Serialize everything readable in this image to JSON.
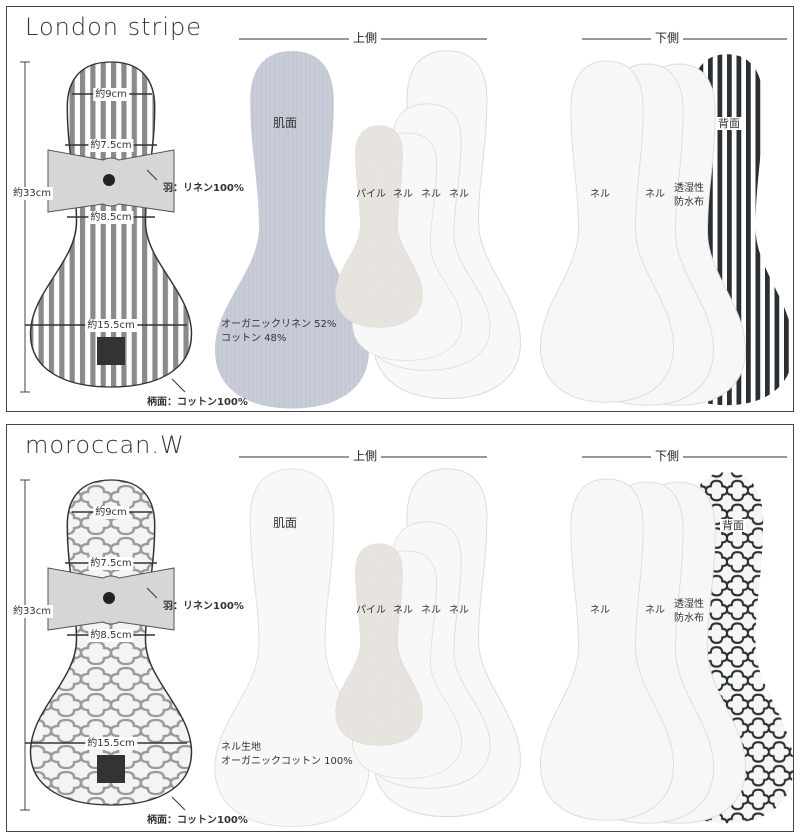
{
  "panels": [
    {
      "title": "London stripe",
      "pattern": "stripe",
      "diagram": {
        "width_top": "約9cm",
        "wing_top": "約7.5cm",
        "wing_bottom": "約8.5cm",
        "length": "約33cm",
        "width_bottom": "約15.5cm",
        "wing_material": "羽：リネン100%",
        "body_material": "柄面：コットン100%"
      },
      "upper": {
        "header": "上側",
        "skin_label": "肌面",
        "skin_material_line1": "オーガニックリネン 52%",
        "skin_material_line2": "コットン 48%",
        "layers": [
          "パイル",
          "ネル",
          "ネル",
          "ネル"
        ]
      },
      "lower": {
        "header": "下側",
        "layers": [
          "ネル",
          "ネル"
        ],
        "waterproof_line1": "透湿性",
        "waterproof_line2": "防水布",
        "back_label": "背面"
      }
    },
    {
      "title": "moroccan.W",
      "pattern": "moroccan",
      "diagram": {
        "width_top": "約9cm",
        "wing_top": "約7.5cm",
        "wing_bottom": "約8.5cm",
        "length": "約33cm",
        "width_bottom": "約15.5cm",
        "wing_material": "羽：リネン100%",
        "body_material": "柄面：コットン100%"
      },
      "upper": {
        "header": "上側",
        "skin_label": "肌面",
        "skin_material_line1": "ネル生地",
        "skin_material_line2": "オーガニックコットン 100%",
        "layers": [
          "パイル",
          "ネル",
          "ネル",
          "ネル"
        ]
      },
      "lower": {
        "header": "下側",
        "layers": [
          "ネル",
          "ネル"
        ],
        "waterproof_line1": "透湿性",
        "waterproof_line2": "防水布",
        "back_label": "背面"
      }
    }
  ],
  "colors": {
    "border": "#444444",
    "stripe": "#8a8a8a",
    "dark_stripe": "#2a2f33",
    "linen": "#c9cdd8",
    "wing": "#d4d4d4",
    "pile": "#e8e4e0",
    "white_layer": "#f7f7f7"
  }
}
